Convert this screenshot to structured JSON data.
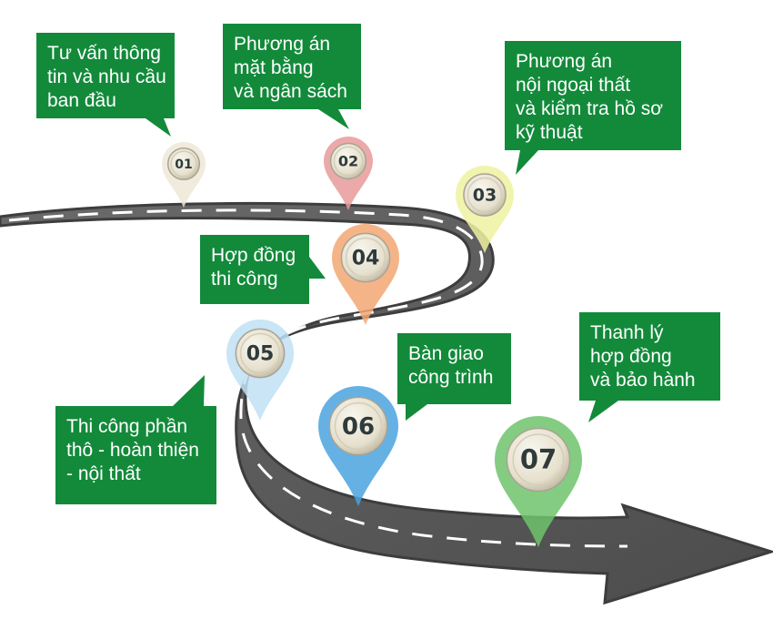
{
  "steps": [
    {
      "number": "01",
      "lines": [
        "Tư vấn thông",
        "tin và nhu cầu",
        "ban đầu"
      ],
      "pin_color": "#efe8d8"
    },
    {
      "number": "02",
      "lines": [
        "Phương án",
        "mặt bằng",
        "và ngân sách"
      ],
      "pin_color": "#e79a9a"
    },
    {
      "number": "03",
      "lines": [
        "Phương án",
        "nội ngoại thất",
        "và kiểm tra hồ sơ",
        "kỹ thuật"
      ],
      "pin_color": "#eef2a0"
    },
    {
      "number": "04",
      "lines": [
        "Hợp đồng",
        "thi công"
      ],
      "pin_color": "#f3a772"
    },
    {
      "number": "05",
      "lines": [
        "Thi công phần",
        "thô - hoàn thiện",
        "- nội thất"
      ],
      "pin_color": "#bfe1f4"
    },
    {
      "number": "06",
      "lines": [
        "Bàn giao",
        "công trình"
      ],
      "pin_color": "#4aa3df"
    },
    {
      "number": "07",
      "lines": [
        "Thanh lý",
        "hợp đồng",
        "và bảo hành"
      ],
      "pin_color": "#6fc36c"
    }
  ],
  "colors": {
    "callout": "#128a3a",
    "road": "#5c5c5c",
    "road_edge": "#3d3d3d",
    "lane": "#ffffff",
    "pin_disc": "#e7e1cf",
    "pin_text": "#2f3b3b"
  }
}
